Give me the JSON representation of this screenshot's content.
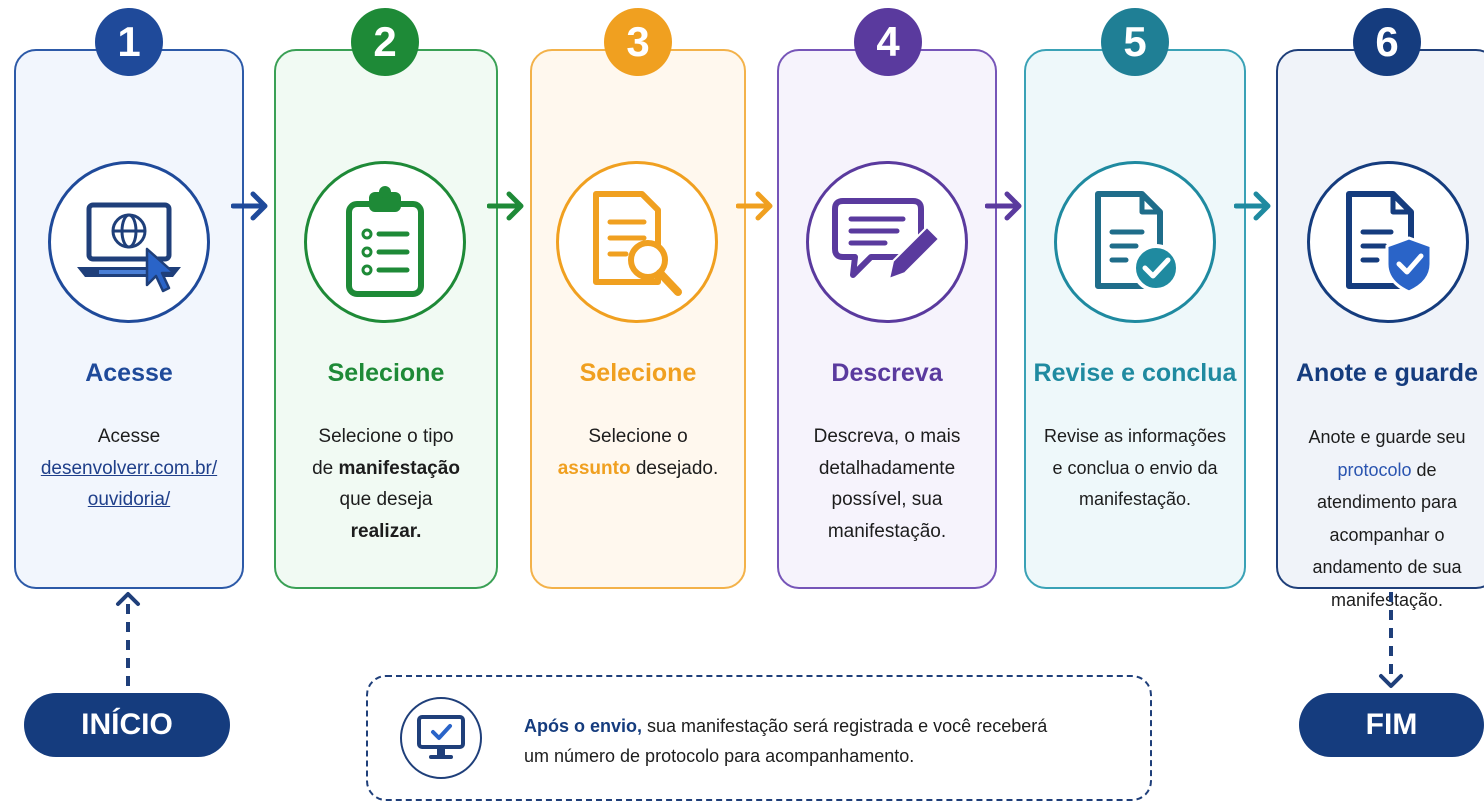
{
  "steps": [
    {
      "number": "1",
      "title": "Acesse",
      "icon": "laptop-globe-icon",
      "color": "#1f4a9a",
      "desc": {
        "line1": "Acesse",
        "link1": "desenvolverr.com.br/",
        "link2": "ouvidoria/"
      }
    },
    {
      "number": "2",
      "title": "Selecione",
      "icon": "clipboard-checklist-icon",
      "color": "#1e8a37",
      "desc": {
        "p1": "Selecione o tipo",
        "p2": "de ",
        "b1": "manifestação",
        "p3": "que deseja",
        "b2": "realizar."
      }
    },
    {
      "number": "3",
      "title": "Selecione",
      "icon": "document-search-icon",
      "color": "#f0a020",
      "desc": {
        "p1": "Selecione o",
        "h1": "assunto",
        "p2": " desejado."
      }
    },
    {
      "number": "4",
      "title": "Descreva",
      "icon": "chat-pencil-icon",
      "color": "#5a3a9e",
      "desc": {
        "l1": "Descreva, o mais",
        "l2": "detalhadamente",
        "l3": "possível, sua",
        "l4": "manifestação."
      }
    },
    {
      "number": "5",
      "title": "Revise e conclua",
      "icon": "document-check-icon",
      "color": "#1f8aa0",
      "desc": {
        "l1": "Revise as informações",
        "l2": "e conclua o envio da",
        "l3": "manifestação."
      }
    },
    {
      "number": "6",
      "title": "Anote e guarde",
      "icon": "document-shield-icon",
      "color": "#153c7e",
      "desc": {
        "l1": "Anote e guarde seu",
        "h1": "protocolo",
        "l2": " de",
        "l3": "atendimento para",
        "l4": "acompanhar o",
        "l5": "andamento de sua",
        "l6": "manifestação."
      }
    }
  ],
  "start_label": "INÍCIO",
  "end_label": "FIM",
  "note": {
    "icon": "monitor-check-icon",
    "bold": "Após o envio,",
    "text1": " sua manifestação será registrada e você receberá",
    "text2": "um número de protocolo para acompanhamento."
  }
}
